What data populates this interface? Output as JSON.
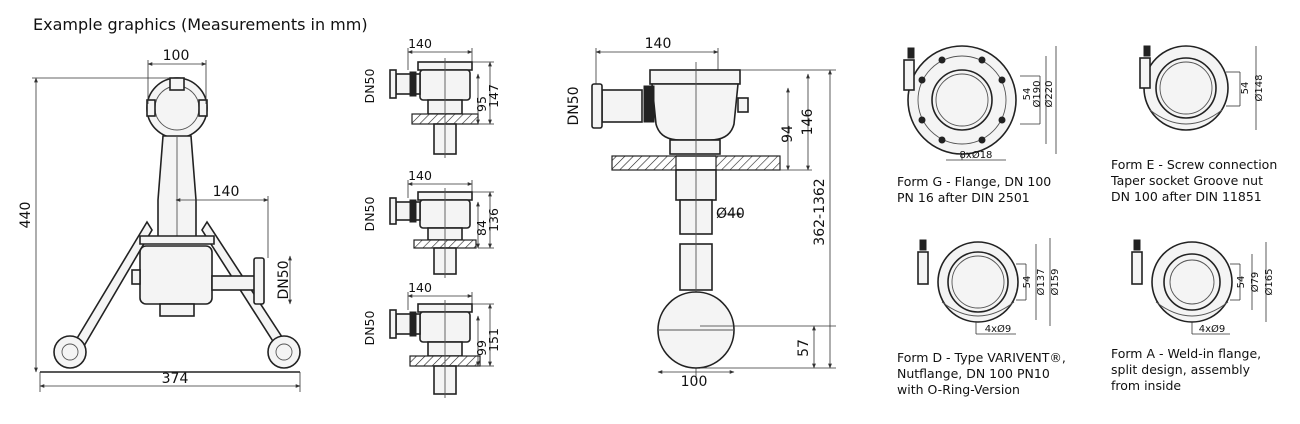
{
  "heading": "Example graphics (Measurements in mm)",
  "main_view": {
    "dims": {
      "top_width": "100",
      "height": "440",
      "offset": "140",
      "nozzle": "DN50",
      "base": "374"
    }
  },
  "small_views": [
    {
      "width": "140",
      "nozzle": "DN50",
      "h1": "95",
      "h2": "147"
    },
    {
      "width": "140",
      "nozzle": "DN50",
      "h1": "84",
      "h2": "136"
    },
    {
      "width": "140",
      "nozzle": "DN50",
      "h1": "99",
      "h2": "151"
    }
  ],
  "center_view": {
    "dims": {
      "width": "140",
      "nozzle": "DN50",
      "h1": "94",
      "h2": "146",
      "range": "362-1362",
      "dia": "Ø40",
      "bottom": "57",
      "ball": "100"
    }
  },
  "forms": [
    {
      "id": "G",
      "caption": [
        "Form G - Flange, DN 100",
        "PN 16 after DIN 2501"
      ],
      "dims": {
        "d1": "54",
        "d2": "Ø190",
        "d3": "Ø220",
        "holes": "8xØ18"
      }
    },
    {
      "id": "E",
      "caption": [
        "Form E - Screw connection",
        "Taper socket Groove nut",
        "DN 100 after DIN 11851"
      ],
      "dims": {
        "d1": "54",
        "d2": "Ø148"
      }
    },
    {
      "id": "D",
      "caption": [
        "Form D - Type VARIVENT®,",
        "Nutflange, DN 100 PN10",
        "with O-Ring-Version"
      ],
      "dims": {
        "d1": "54",
        "d2": "Ø137",
        "d3": "Ø159",
        "holes": "4xØ9"
      }
    },
    {
      "id": "A",
      "caption": [
        "Form A - Weld-in flange,",
        "split design, assembly",
        "from inside"
      ],
      "dims": {
        "d1": "54",
        "d2": "Ø79",
        "d3": "Ø165",
        "holes": "4xØ9"
      }
    }
  ]
}
